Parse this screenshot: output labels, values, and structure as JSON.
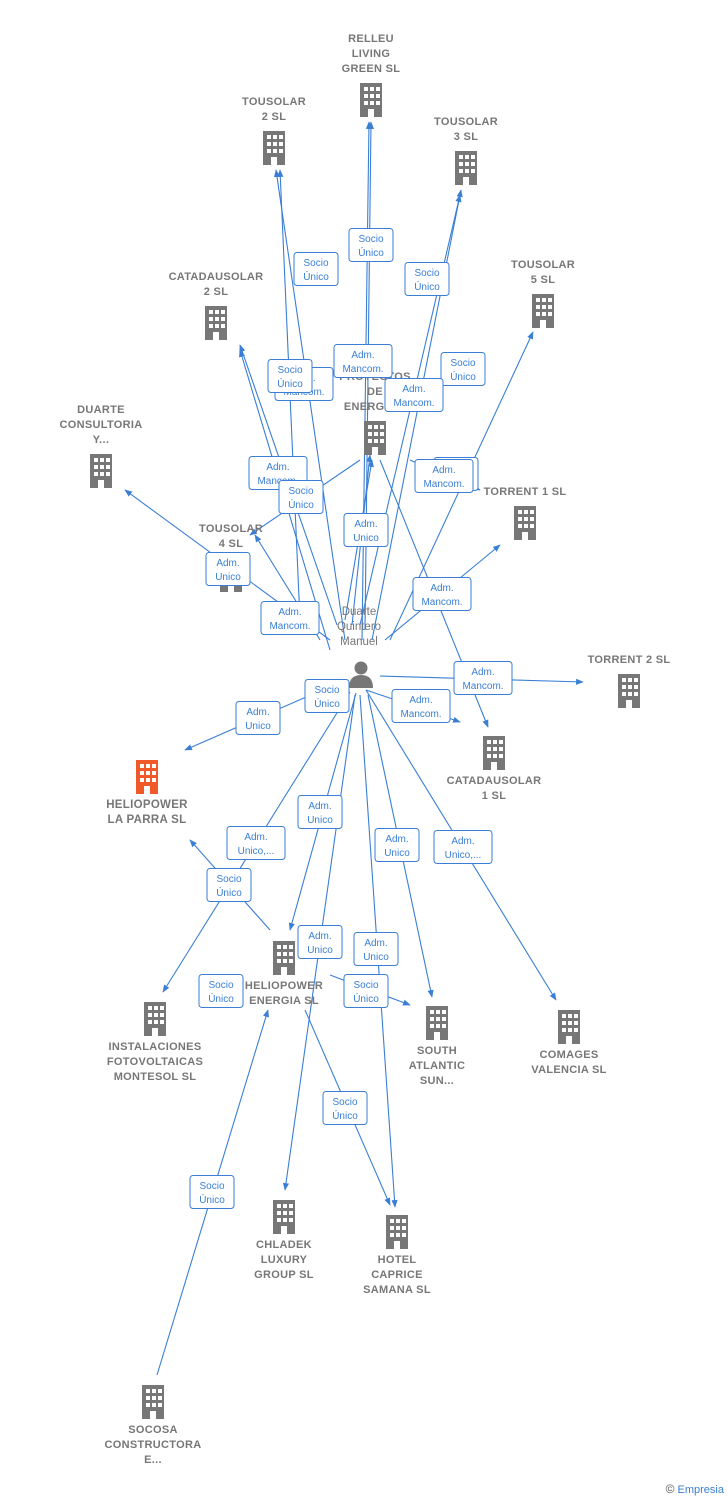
{
  "person": {
    "label_lines": [
      "Duarte",
      "Quintero",
      "Manuel"
    ]
  },
  "nodes": [
    {
      "id": "relleu",
      "lines": [
        "RELLEU",
        "LIVING",
        "GREEN  SL"
      ],
      "color": "#777777"
    },
    {
      "id": "tousolar2",
      "lines": [
        "TOUSOLAR",
        "2  SL"
      ],
      "color": "#777777"
    },
    {
      "id": "tousolar3",
      "lines": [
        "TOUSOLAR",
        "3  SL"
      ],
      "color": "#777777"
    },
    {
      "id": "tousolar5",
      "lines": [
        "TOUSOLAR",
        "5  SL"
      ],
      "color": "#777777"
    },
    {
      "id": "catadausolar2",
      "lines": [
        "CATADAUSOLAR",
        "2  SL"
      ],
      "color": "#777777"
    },
    {
      "id": "proyectos",
      "lines": [
        "PROYECTOS",
        "DE",
        "ENERGIA..."
      ],
      "color": "#777777"
    },
    {
      "id": "duarte",
      "lines": [
        "DUARTE",
        "CONSULTORIA",
        "Y..."
      ],
      "color": "#777777"
    },
    {
      "id": "torrent1",
      "lines": [
        "TORRENT 1  SL"
      ],
      "color": "#777777"
    },
    {
      "id": "tousolar4",
      "lines": [
        "TOUSOLAR",
        "4  SL"
      ],
      "color": "#777777"
    },
    {
      "id": "torrent2",
      "lines": [
        "TORRENT 2  SL"
      ],
      "color": "#777777"
    },
    {
      "id": "catadausolar1",
      "lines": [
        "CATADAUSOLAR",
        "1  SL"
      ],
      "color": "#777777"
    },
    {
      "id": "heliopowerparra",
      "lines": [
        "HELIOPOWER",
        "LA PARRA  SL"
      ],
      "color": "#f05a28",
      "focus": true
    },
    {
      "id": "heliopowerenergia",
      "lines": [
        "HELIOPOWER",
        "ENERGIA  SL"
      ],
      "color": "#777777"
    },
    {
      "id": "instalaciones",
      "lines": [
        "INSTALACIONES",
        "FOTOVOLTAICAS",
        "MONTESOL  SL"
      ],
      "color": "#777777"
    },
    {
      "id": "south",
      "lines": [
        "SOUTH",
        "ATLANTIC",
        "SUN..."
      ],
      "color": "#777777"
    },
    {
      "id": "comages",
      "lines": [
        "COMAGES",
        "VALENCIA SL"
      ],
      "color": "#777777"
    },
    {
      "id": "chladek",
      "lines": [
        "CHLADEK",
        "LUXURY",
        "GROUP  SL"
      ],
      "color": "#777777"
    },
    {
      "id": "hotel",
      "lines": [
        "HOTEL",
        "CAPRICE",
        "SAMANA  SL"
      ],
      "color": "#777777"
    },
    {
      "id": "socosa",
      "lines": [
        "SOCOSA",
        "CONSTRUCTORA",
        "E..."
      ],
      "color": "#777777"
    }
  ],
  "edge_labels": [
    {
      "lines": [
        "Socio",
        "Único"
      ]
    },
    {
      "lines": [
        "Socio",
        "Único"
      ]
    },
    {
      "lines": [
        "Socio",
        "Único"
      ]
    },
    {
      "lines": [
        "Socio",
        "Único"
      ]
    },
    {
      "lines": [
        "Adm.",
        "Mancom."
      ]
    },
    {
      "lines": [
        "Adm.",
        "Mancom."
      ]
    },
    {
      "lines": [
        "Socio",
        "Único"
      ]
    },
    {
      "lines": [
        "Adm.",
        "Mancom."
      ]
    },
    {
      "lines": [
        "Adm.",
        "Mancom."
      ]
    },
    {
      "lines": [
        "Socio",
        "Único"
      ]
    },
    {
      "lines": [
        "Adm.",
        "Mancom."
      ]
    },
    {
      "lines": [
        "Socio",
        "Único"
      ]
    },
    {
      "lines": [
        "Adm.",
        "Unico"
      ]
    },
    {
      "lines": [
        "Adm.",
        "Unico"
      ]
    },
    {
      "lines": [
        "Adm.",
        "Mancom."
      ]
    },
    {
      "lines": [
        "Adm.",
        "Mancom."
      ]
    },
    {
      "lines": [
        "Socio",
        "Único"
      ]
    },
    {
      "lines": [
        "Adm.",
        "Unico"
      ]
    },
    {
      "lines": [
        "Adm.",
        "Mancom."
      ]
    },
    {
      "lines": [
        "Adm.",
        "Mancom."
      ]
    },
    {
      "lines": [
        "Adm.",
        "Unico"
      ]
    },
    {
      "lines": [
        "Adm.",
        "Unico,..."
      ]
    },
    {
      "lines": [
        "Adm.",
        "Unico"
      ]
    },
    {
      "lines": [
        "Adm.",
        "Unico,..."
      ]
    },
    {
      "lines": [
        "Socio",
        "Único"
      ]
    },
    {
      "lines": [
        "Adm.",
        "Unico"
      ]
    },
    {
      "lines": [
        "Adm.",
        "Unico"
      ]
    },
    {
      "lines": [
        "Socio",
        "Único"
      ]
    },
    {
      "lines": [
        "Socio",
        "Único"
      ]
    },
    {
      "lines": [
        "Socio",
        "Único"
      ]
    },
    {
      "lines": [
        "Socio",
        "Único"
      ]
    }
  ],
  "credit": {
    "symbol": "©",
    "brand": "Empresia"
  },
  "colors": {
    "edge": "#3a7fd5",
    "node": "#777777",
    "focus": "#f05a28"
  }
}
